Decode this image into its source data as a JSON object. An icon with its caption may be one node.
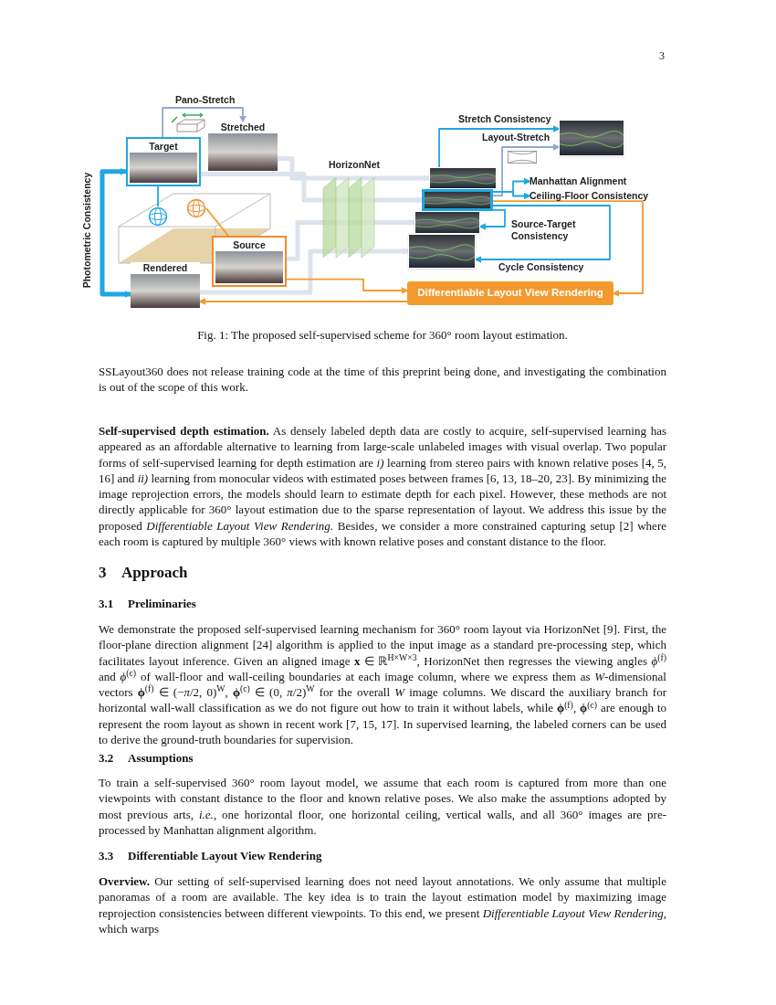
{
  "diagram": {
    "caption": "Fig. 1: The proposed self-supervised scheme for 360° room layout estimation.",
    "nodes": [
      {
        "text": [
          "Target"
        ]
      },
      {
        "text": [
          "Stretched"
        ]
      },
      {
        "text": [
          "Source"
        ]
      },
      {
        "text": [
          "Rendered"
        ]
      },
      {
        "text": [
          "HorizonNet"
        ]
      },
      {
        "text": [],
        "shape": "picture"
      },
      {
        "text": [],
        "shape": "picture"
      },
      {
        "text": [],
        "shape": "picture"
      },
      {
        "text": [],
        "shape": "picture"
      },
      {
        "text": [],
        "shape": "picture"
      },
      {
        "text": [
          "Manhattan Alignment"
        ]
      },
      {
        "text": [
          "Ceiling-Floor Consistency"
        ]
      },
      {
        "text": [
          "Differentiable Layout View Rendering"
        ]
      },
      {
        "text": [],
        "shape": "circle"
      },
      {
        "text": [],
        "shape": "circle"
      }
    ],
    "edges": [
      {
        "from": 0,
        "to": 1,
        "arrow": "to",
        "label": "Pano-Stretch",
        "color": "#8fa6d6"
      },
      {
        "from": 0,
        "to": 3,
        "arrow": "both",
        "label": "Photometric Consistency",
        "style": "thick"
      },
      {
        "from": 13,
        "to": 0,
        "arrow": "none"
      },
      {
        "from": 14,
        "to": 2,
        "arrow": "none",
        "color": "#f39a2e"
      },
      {
        "from": 1,
        "to": 5,
        "arrow": "to",
        "style": "thick",
        "color": "#dde3ec"
      },
      {
        "from": 0,
        "to": 6,
        "arrow": "to",
        "style": "thick",
        "color": "#dde3ec"
      },
      {
        "from": 2,
        "to": 7,
        "arrow": "to",
        "style": "thick",
        "color": "#dde3ec"
      },
      {
        "from": 3,
        "to": 8,
        "arrow": "to",
        "style": "thick",
        "color": "#dde3ec"
      },
      {
        "from": 5,
        "to": 9,
        "arrow": "to",
        "label": "Stretch Consistency"
      },
      {
        "from": 6,
        "to": 9,
        "arrow": "to",
        "label": "Layout-Stretch",
        "color": "#8fa6d6"
      },
      {
        "from": 6,
        "to": 10,
        "arrow": "to"
      },
      {
        "from": 6,
        "to": 11,
        "arrow": "to"
      },
      {
        "from": 6,
        "to": 7,
        "arrow": "to",
        "label": "Source-Target Consistency"
      },
      {
        "from": 6,
        "to": 8,
        "arrow": "to",
        "label": "Cycle Consistency"
      },
      {
        "from": 6,
        "to": 12,
        "arrow": "to",
        "color": "#f39a2e"
      },
      {
        "from": 2,
        "to": 12,
        "arrow": "to",
        "color": "#f39a2e"
      },
      {
        "from": 12,
        "to": 3,
        "arrow": "to",
        "color": "#f39a2e"
      }
    ],
    "labels": [
      "3",
      "SSLayout360 does not release training code at the time of this preprint being done, and investigating the combination is out of the scope of this work.",
      "**Self-supervised depth estimation.** As densely labeled depth data are costly to acquire, self-supervised learning has appeared as an affordable alternative to learning from large-scale unlabeled images with visual overlap. Two popular forms of self-supervised learning for depth estimation are *i)* learning from stereo pairs with known relative poses [4, 5, 16] and *ii)* learning from monocular videos with estimated poses between frames [6, 13, 18–20, 23]. By minimizing the image reprojection errors, the models should learn to estimate depth for each pixel. However, these methods are not directly applicable for 360° layout estimation due to the sparse representation of layout. We address this issue by the proposed *Differentiable Layout View Rendering*. Besides, we consider a more constrained capturing setup [2] where each room is captured by multiple 360° views with known relative poses and constant distance to the floor.",
      "3",
      "Approach",
      "3.1",
      "Preliminaries",
      "We demonstrate the proposed self-supervised learning mechanism for 360° room layout via HorizonNet [9]. First, the floor-plane direction alignment [24] algorithm is applied to the input image as a standard pre-processing step, which facilitates layout inference. Given an aligned image **x** ∈ ℝ$^{H×W×3}$, HorizonNet then regresses the viewing angles *ϕ*$^{(f)}$ and *ϕ*$^{(c)}$ of wall-floor and wall-ceiling boundaries at each image column, where we express them as *W*-dimensional vectors **ϕ**$^{(f)}$ ∈ (−*π*/2, 0)$^{W}$, **ϕ**$^{(c)}$ ∈ (0, *π*/2)$^{W}$ for the overall *W* image columns. We discard the auxiliary branch for horizontal wall-wall classification as we do not figure out how to train it without labels, while **ϕ**$^{(f)}$, **ϕ**$^{(c)}$ are enough to represent the room layout as shown in recent work [7, 15, 17]. In supervised learning, the labeled corners can be used to derive the ground-truth boundaries for supervision.",
      "3.2",
      "Assumptions",
      "To train a self-supervised 360° room layout model, we assume that each room is captured from more than one viewpoints with constant distance to the floor and known relative poses. We also make the assumptions adopted by most previous arts, *i.e.*, one horizontal floor, one horizontal ceiling, vertical walls, and all 360° images are pre-processed by Manhattan alignment algorithm.",
      "3.3",
      "Differentiable Layout View Rendering",
      "**Overview.** Our setting of self-supervised learning does not need layout annotations. We only assume that multiple panoramas of a room are available. The key idea is to train the layout estimation model by maximizing image reprojection consistencies between different viewpoints. To this end, we present *Differentiable Layout View Rendering*, which warps"
    ]
  }
}
